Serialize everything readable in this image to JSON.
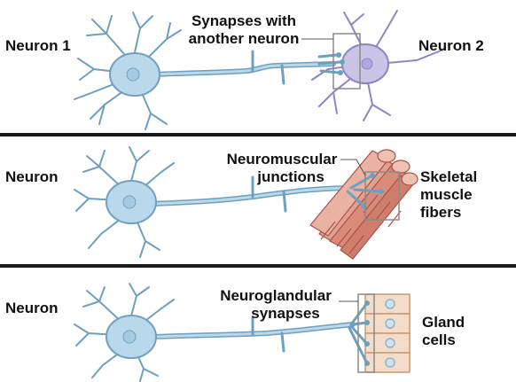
{
  "panels": [
    {
      "left_label": "Neuron 1",
      "connection_label_line1": "Synapses with",
      "connection_label_line2": "another neuron",
      "right_label_lines": [
        "Neuron 2"
      ]
    },
    {
      "left_label": "Neuron",
      "connection_label_line1": "Neuromuscular",
      "connection_label_line2": "junctions",
      "right_label_lines": [
        "Skeletal",
        "muscle",
        "fibers"
      ]
    },
    {
      "left_label": "Neuron",
      "connection_label_line1": "Neuroglandular",
      "connection_label_line2": "synapses",
      "right_label_lines": [
        "Gland",
        "cells"
      ]
    }
  ],
  "colors": {
    "neuron_fill": "#b9d9ea",
    "neuron_stroke": "#6f9fbf",
    "neuron2_fill": "#c9c3e6",
    "muscle_fill": "#e4a08e",
    "muscle_stroke": "#a8524a",
    "gland_fill": "#f4dcc8",
    "divider": "#1a1a1a"
  }
}
